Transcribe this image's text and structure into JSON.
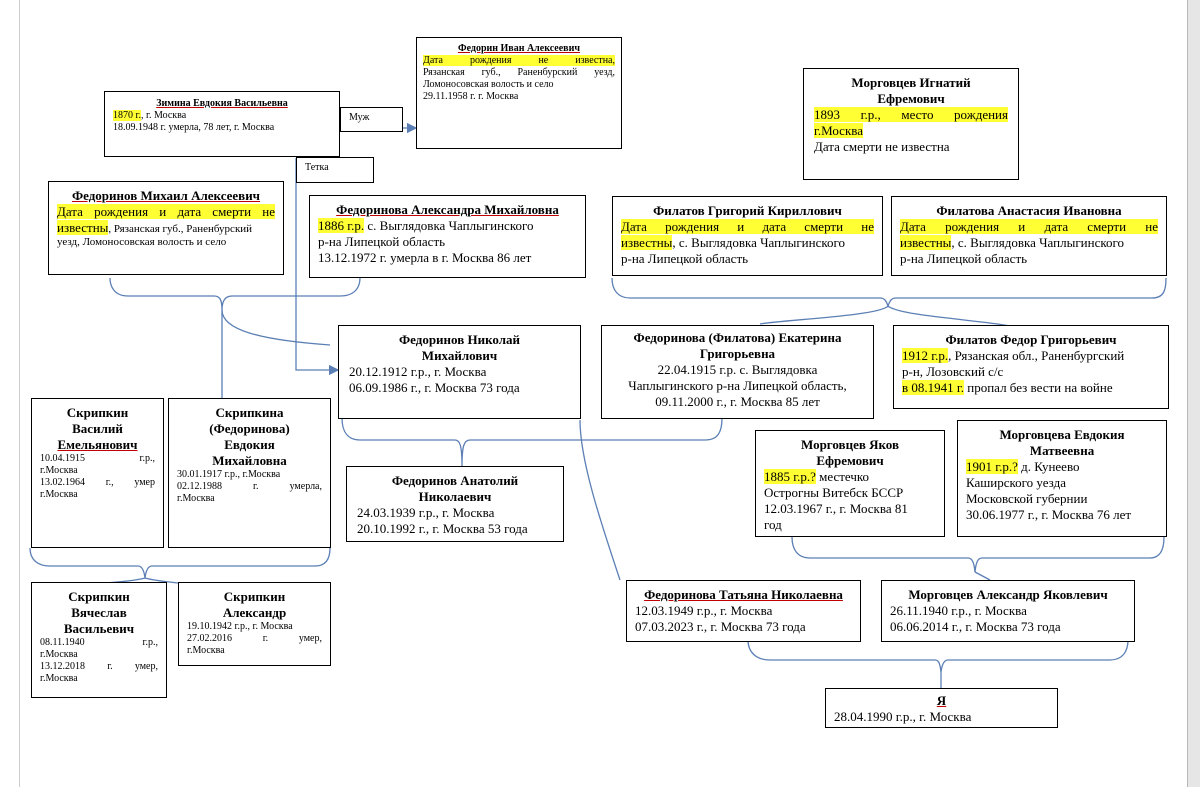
{
  "relations": {
    "husband": "Муж",
    "aunt": "Тетка"
  },
  "people": {
    "zimina": {
      "name": "Зимина Евдокия Васильевна",
      "b_hl": "1870 г.",
      "b_rest": ", г. Москва",
      "d": "18.09.1948 г. умерла, 78 лет, г. Москва"
    },
    "fedorin": {
      "name": "Федорин Иван Алексеевич",
      "l1": "Дата рождения не известна,",
      "l2": "Рязанская губ., Раненбурский уезд,",
      "l3": "Ломоносовская волость и село",
      "l4": "29.11.1958 г. г. Москва"
    },
    "morgovtsev_ignatiy": {
      "name1": "Морговцев Игнатий",
      "name2": "Ефремович",
      "b_hl1": "1893 г.р., место рождения",
      "b_hl2": "г.Москва",
      "d": "Дата смерти не известна"
    },
    "fedorinov_mikhail": {
      "name": "Федоринов Михаил Алексеевич",
      "hl1": "Дата рождения и дата смерти не",
      "hl2": "известны",
      "rest": ", Рязанская губ., Раненбурский",
      "l3": "уезд, Ломоносовская волость и село"
    },
    "fedorinova_aleksandra": {
      "name": "Федоринова Александра Михайловна",
      "b_hl": "1886 г.р.",
      "b_rest": " с. Выглядовка Чаплыгинского",
      "l2": "р-на Липецкой область",
      "d": "13.12.1972 г. умерла в г. Москва 86 лет"
    },
    "filatov_grigoriy": {
      "name": "Филатов Григорий Кириллович",
      "hl1": "Дата рождения и дата смерти не",
      "hl2": "известны",
      "rest": ", с. Выглядовка Чаплыгинского",
      "l3": "р-на Липецкой область"
    },
    "filatova_anastasia": {
      "name": "Филатова Анастасия Ивановна",
      "hl1": "Дата рождения и дата смерти не",
      "hl2": "известны",
      "rest": ", с. Выглядовка Чаплыгинского",
      "l3": "р-на Липецкой область"
    },
    "fedorinov_nikolay": {
      "name1": "Федоринов Николай",
      "name2": "Михайлович",
      "b": "20.12.1912 г.р., г. Москва",
      "d": "06.09.1986 г., г. Москва 73 года"
    },
    "fedorinova_ekaterina": {
      "name1": "Федоринова (Филатова) Екатерина",
      "name2": "Григорьевна",
      "b": "22.04.1915 г.р. с. Выглядовка",
      "l2": "Чаплыгинского р-на Липецкой область,",
      "d": "09.11.2000 г., г. Москва 85 лет"
    },
    "filatov_fedor": {
      "name": "Филатов Федор Григорьевич",
      "b_hl": "1912 г.р.",
      "b_rest": ", Рязанская обл., Раненбургский",
      "l2": "р-н, Лозовский с/с",
      "d_hl": "в 08.1941 г.",
      "d_rest": " пропал без вести на войне"
    },
    "skripkin_vasiliy": {
      "name1": "Скрипкин",
      "name2": "Василий",
      "name3": "Емельянович",
      "b": "10.04.1915 г.р.,",
      "b2": "г.Москва",
      "d": "13.02.1964 г., умер",
      "d2": "г.Москва"
    },
    "skripkina_evdokia": {
      "name1": "Скрипкина",
      "name2": "(Федоринова)",
      "name3": "Евдокия",
      "name4": "Михайловна",
      "b": "30.01.1917 г.р., г.Москва",
      "d": "02.12.1988 г. умерла,",
      "d2": "г.Москва"
    },
    "fedorinov_anatoliy": {
      "name1": "Федоринов Анатолий",
      "name2": "Николаевич",
      "b": "24.03.1939 г.р., г. Москва",
      "d": "20.10.1992 г., г. Москва 53 года"
    },
    "morgovtsev_yakov": {
      "name1": "Морговцев Яков",
      "name2": "Ефремович",
      "b_hl": "1885 г.р.?",
      "b_rest": " местечко",
      "l2": "Острогны Витебск БССР",
      "d": "12.03.1967 г., г. Москва 81",
      "d2": "год"
    },
    "morgovtseva_evdokia": {
      "name1": "Морговцева Евдокия",
      "name2": "Матвеевна",
      "b_hl": "1901 г.р.?",
      "b_rest": " д. Кунеево",
      "l2": "Каширского уезда",
      "l3": "Московской губернии",
      "d": "30.06.1977 г., г. Москва 76 лет"
    },
    "skripkin_vyacheslav": {
      "name1": "Скрипкин",
      "name2": "Вячеслав",
      "name3": "Васильевич",
      "b": "08.11.1940 г.р.,",
      "b2": "г.Москва",
      "d": "13.12.2018 г. умер,",
      "d2": "г.Москва"
    },
    "skripkin_aleksandr": {
      "name1": "Скрипкин",
      "name2": "Александр",
      "b": "19.10.1942 г.р., г. Москва",
      "d": "27.02.2016 г. умер,",
      "d2": "г.Москва"
    },
    "fedorinova_tatyana": {
      "name": "Федоринова Татьяна Николаевна",
      "b": "12.03.1949 г.р., г. Москва",
      "d": "07.03.2023 г., г. Москва 73 года"
    },
    "morgovtsev_aleksandr": {
      "name": "Морговцев Александр Яковлевич",
      "b": "26.11.1940 г.р., г. Москва",
      "d": "06.06.2014 г., г. Москва 73 года"
    },
    "ya": {
      "name": "Я",
      "b": "28.04.1990 г.р., г. Москва"
    }
  }
}
